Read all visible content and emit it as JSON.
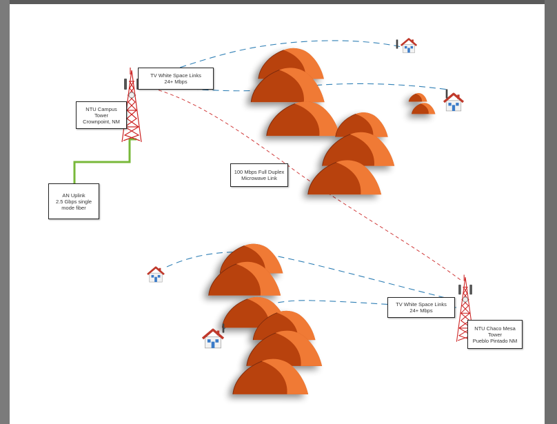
{
  "labels": {
    "tvws_top": [
      "TV White Space Links",
      "24+ Mbps"
    ],
    "campus_tower": [
      "NTU Campus",
      "Tower",
      "Crownpoint, NM"
    ],
    "microwave": [
      "100 Mbps Full Duplex",
      "Microwave Link"
    ],
    "uplink": [
      "AN Uplink",
      "2.5 Gbps single",
      "mode fiber"
    ],
    "tvws_bottom": [
      "TV White Space Links",
      "24+ Mbps"
    ],
    "chaco_tower": [
      "NTU Chaco Mesa",
      "Tower",
      "Pueblo Pintado NM"
    ]
  },
  "colors": {
    "tvws_link": "#2f7fb5",
    "microwave_link": "#d03a3a",
    "fiber": "#78b83a",
    "mesa_dark": "#b8420f",
    "mesa_light": "#f07a35",
    "tower": "#cc2222",
    "house_roof": "#c0392b",
    "house_wall": "#f5f5f5"
  },
  "icons": [
    "tower-icon",
    "house-icon",
    "mesa-icon",
    "antenna-icon"
  ]
}
